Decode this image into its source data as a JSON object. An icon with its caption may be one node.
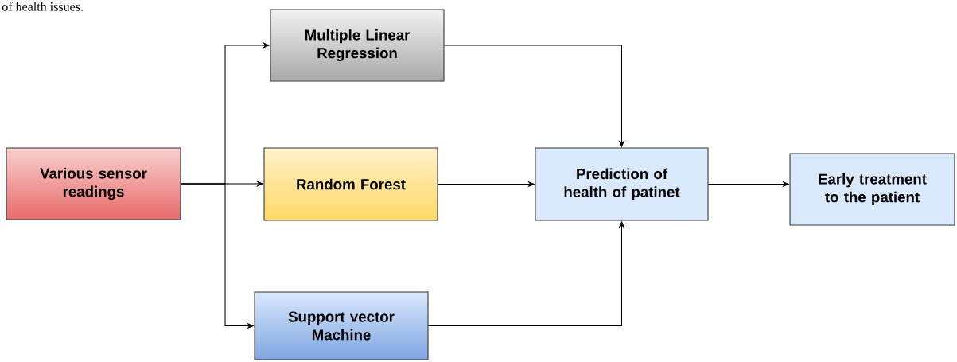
{
  "diagram": {
    "nodes": [
      {
        "text": [
          "Various sensor readings"
        ]
      },
      {
        "text": [
          "Multiple Linear Regression"
        ]
      },
      {
        "text": [
          "Random Forest"
        ]
      },
      {
        "text": [
          "Support vector Machine"
        ]
      },
      {
        "text": [
          "Prediction of health of patinet"
        ]
      },
      {
        "text": [
          "Early treatment to the patient"
        ]
      }
    ],
    "edges": [
      {
        "from": 0,
        "to": 1,
        "arrow": "to"
      },
      {
        "from": 0,
        "to": 2,
        "arrow": "to"
      },
      {
        "from": 0,
        "to": 3,
        "arrow": "to"
      },
      {
        "from": 1,
        "to": 4,
        "arrow": "to"
      },
      {
        "from": 2,
        "to": 4,
        "arrow": "to"
      },
      {
        "from": 3,
        "to": 4,
        "arrow": "to"
      },
      {
        "from": 4,
        "to": 5,
        "arrow": "to"
      }
    ],
    "labels": [
      "of health issues."
    ]
  }
}
